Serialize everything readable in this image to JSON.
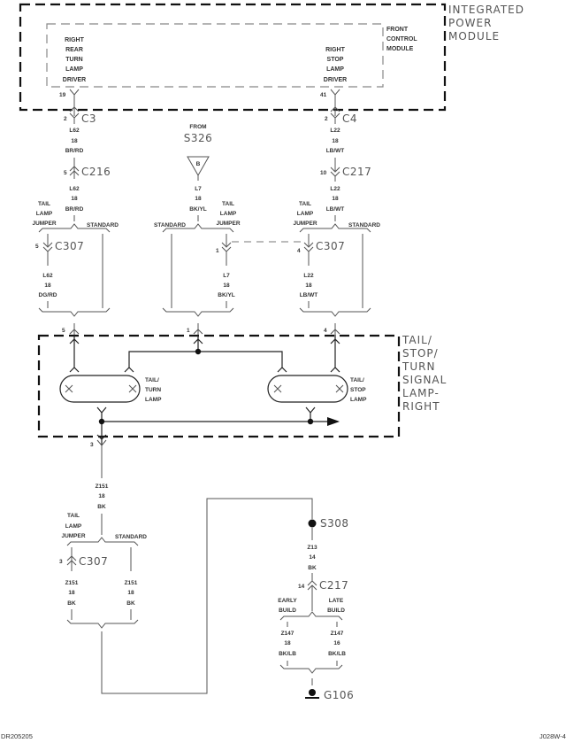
{
  "modules": {
    "integrated_power_module": [
      "INTEGRATED",
      "POWER",
      "MODULE"
    ],
    "front_control_module": [
      "FRONT",
      "CONTROL",
      "MODULE"
    ],
    "right_rear_turn_driver": [
      "RIGHT",
      "REAR",
      "TURN",
      "LAMP",
      "DRIVER"
    ],
    "right_stop_driver": [
      "RIGHT",
      "STOP",
      "LAMP",
      "DRIVER"
    ],
    "lamp_assembly": [
      "TAIL/",
      "STOP/",
      "TURN",
      "SIGNAL",
      "LAMP-",
      "RIGHT"
    ]
  },
  "pins": {
    "ipm_19": "19",
    "ipm_41": "41",
    "c3_pin": "2",
    "c4_pin": "2",
    "c216_pin": "5",
    "c217_pin_top": "10",
    "c307_left_pin": "5",
    "c307_mid_pin": "1",
    "c307_right_pin": "4",
    "lamp_in_left": "5",
    "lamp_in_mid": "1",
    "lamp_in_right": "4",
    "lamp_out": "3",
    "c307_bottom_pin": "3",
    "c217_bottom_pin": "14"
  },
  "connectors": {
    "c3": "C3",
    "c4": "C4",
    "c216": "C216",
    "c217_top": "C217",
    "c307_left": "C307",
    "c307_right": "C307",
    "c307_bottom": "C307",
    "c217_bottom": "C217",
    "splice_s326": "S326",
    "splice_s308": "S308",
    "ground": "G106"
  },
  "from_label": "FROM",
  "splice_b_label": "B",
  "wires": {
    "l62_a": [
      "L62",
      "18",
      "BR/RD"
    ],
    "l62_b": [
      "L62",
      "18",
      "BR/RD"
    ],
    "l62_c": [
      "L62",
      "18",
      "DG/RD"
    ],
    "l7_a": [
      "L7",
      "18",
      "BK/YL"
    ],
    "l7_b": [
      "L7",
      "18",
      "BK/YL"
    ],
    "l22_a": [
      "L22",
      "18",
      "LB/WT"
    ],
    "l22_b": [
      "L22",
      "18",
      "LB/WT"
    ],
    "l22_c": [
      "L22",
      "18",
      "LB/WT"
    ],
    "z151_a": [
      "Z151",
      "18",
      "BK"
    ],
    "z151_b": [
      "Z151",
      "18",
      "BK"
    ],
    "z151_c": [
      "Z151",
      "18",
      "BK"
    ],
    "z13": [
      "Z13",
      "14",
      "BK"
    ],
    "z147_a": [
      "Z147",
      "18",
      "BK/LB"
    ],
    "z147_b": [
      "Z147",
      "16",
      "BK/LB"
    ]
  },
  "options": {
    "tail_lamp_jumper": [
      "TAIL",
      "LAMP",
      "JUMPER"
    ],
    "standard": "STANDARD",
    "early_build": [
      "EARLY",
      "BUILD"
    ],
    "late_build": [
      "LATE",
      "BUILD"
    ]
  },
  "lamps": {
    "tail_turn": [
      "TAIL/",
      "TURN",
      "LAMP"
    ],
    "tail_stop": [
      "TAIL/",
      "STOP",
      "LAMP"
    ]
  },
  "footer": {
    "left_code": "DR205205",
    "right_code": "J028W-4"
  }
}
